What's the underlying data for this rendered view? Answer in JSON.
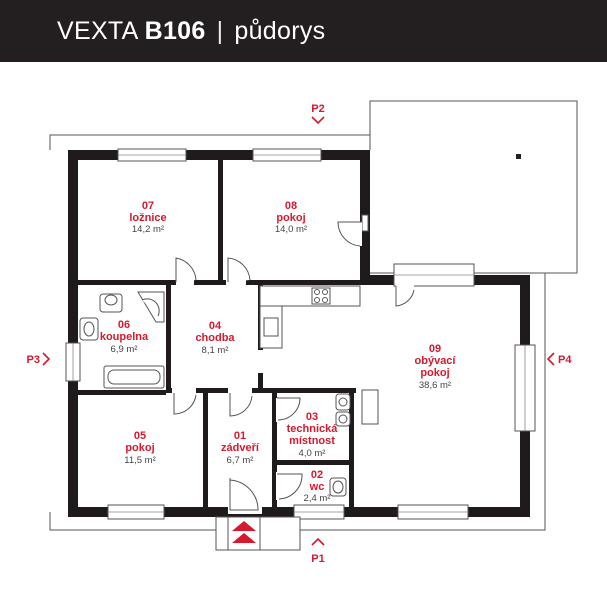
{
  "header": {
    "brand": "VEXTA",
    "model": "B106",
    "separator": "|",
    "subtitle": "půdorys"
  },
  "rooms": [
    {
      "number": "07",
      "name": "ložnice",
      "area": "14,2 m²"
    },
    {
      "number": "08",
      "name": "pokoj",
      "area": "14,0 m²"
    },
    {
      "number": "06",
      "name": "koupelna",
      "area": "6,9 m²"
    },
    {
      "number": "04",
      "name": "chodba",
      "area": "8,1 m²"
    },
    {
      "number": "09",
      "name": "obývací",
      "name2": "pokoj",
      "area": "38,6 m²"
    },
    {
      "number": "05",
      "name": "pokoj",
      "area": "11,5 m²"
    },
    {
      "number": "01",
      "name": "zádveří",
      "area": "6,7 m²"
    },
    {
      "number": "03",
      "name": "technická",
      "name2": "místnost",
      "area": "4,0 m²"
    },
    {
      "number": "02",
      "name": "wc",
      "area": "2,4 m²"
    }
  ],
  "views": {
    "p1": "P1",
    "p2": "P2",
    "p3": "P3",
    "p4": "P4"
  },
  "colors": {
    "wall": "#1f1b1c",
    "accent": "#d7192d",
    "header_bg": "#231f20"
  }
}
